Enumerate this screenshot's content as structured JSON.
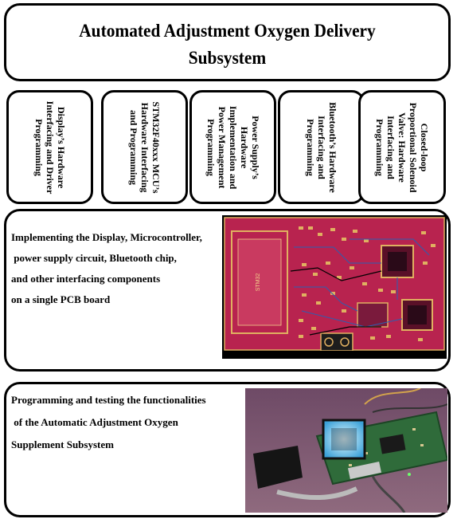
{
  "title": {
    "line1": "Automated Adjustment Oxygen Delivery",
    "line2": "Subsystem"
  },
  "modules": [
    {
      "label": "Display’s Hardware Interfacing and Driver Programming"
    },
    {
      "label": "STM32F40xxx MCU’s Hardware Interfacing and Programming"
    },
    {
      "label": "Power Supply’s Hardware Implementation and Power Management Programming"
    },
    {
      "label": "Bluetooth’s Hardware Interfacing and Programming"
    },
    {
      "label": "Closed-loop Proportional Solenoid Valve: Hardware Interfacing and Programming"
    }
  ],
  "pcb_section": {
    "lines": [
      "Implementing the Display, Microcontroller,",
      " power supply circuit, Bluetooth chip,",
      "and other interfacing components",
      "on a single PCB board"
    ],
    "board_label": "STM32"
  },
  "test_section": {
    "lines": [
      "Programming and testing the functionalities",
      " of the Automatic Adjustment Oxygen",
      "Supplement Subsystem"
    ]
  },
  "colors": {
    "pcb_red": "#b8234f",
    "pcb_copper": "#e0b060",
    "board_green": "#2f6b3a",
    "screen_glow": "#9fe9ff"
  }
}
